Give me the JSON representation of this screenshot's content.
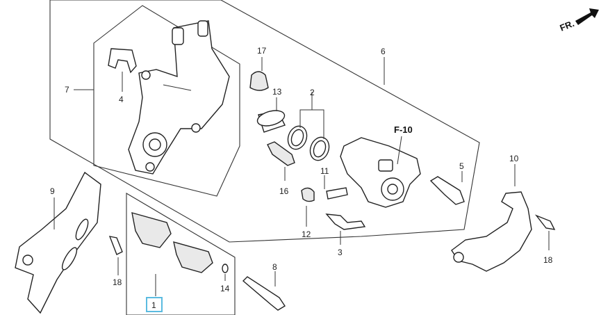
{
  "direction_marker": {
    "text": "FR."
  },
  "reference_code": "F-10",
  "callouts": {
    "c1": "1",
    "c2": "2",
    "c3": "3",
    "c4": "4",
    "c5": "5",
    "c6": "6",
    "c7": "7",
    "c8": "8",
    "c9": "9",
    "c10": "10",
    "c11": "11",
    "c12": "12",
    "c13": "13",
    "c14": "14",
    "c16": "16",
    "c17": "17",
    "c18a": "18",
    "c18b": "18"
  },
  "selected_callout": "1",
  "colors": {
    "line": "#222222",
    "highlight": "#5bbbe0",
    "background": "#ffffff"
  }
}
